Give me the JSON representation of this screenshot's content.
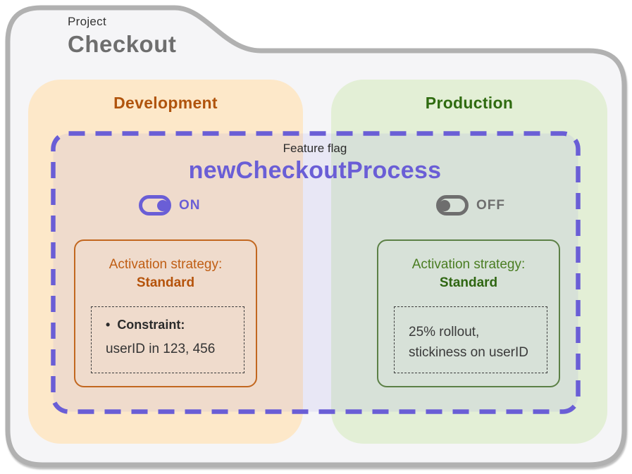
{
  "project": {
    "label": "Project",
    "name": "Checkout"
  },
  "feature_flag": {
    "label": "Feature flag",
    "name": "newCheckoutProcess"
  },
  "environments": {
    "development": {
      "name": "Development",
      "toggle": {
        "state": "ON"
      },
      "strategy": {
        "title": "Activation strategy:",
        "type": "Standard",
        "constraint": {
          "bullet": "•",
          "label": "Constraint:",
          "value": "userID in 123, 456"
        }
      }
    },
    "production": {
      "name": "Production",
      "toggle": {
        "state": "OFF"
      },
      "strategy": {
        "title": "Activation strategy:",
        "type": "Standard",
        "rollout": {
          "line1": "25% rollout,",
          "line2": "stickiness on userID"
        }
      }
    }
  },
  "colors": {
    "accent_purple": "#6a5ed6",
    "dev_header": "#b0540d",
    "prod_header": "#2f6b10",
    "dev_bg": "#fde8c9",
    "prod_bg": "#e3efd6",
    "folder_bg": "#f5f5f7",
    "folder_border": "#b1b1b1",
    "toggle_off_grey": "#6e6e6e"
  }
}
